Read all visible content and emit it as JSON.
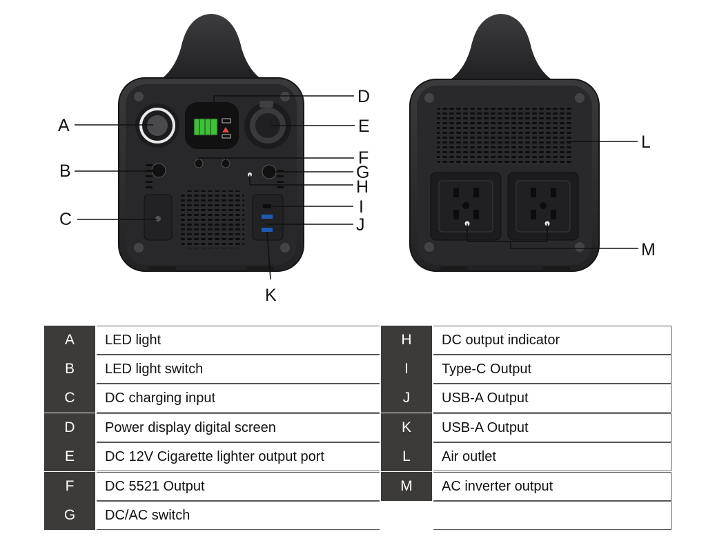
{
  "callouts": {
    "A": "A",
    "B": "B",
    "C": "C",
    "D": "D",
    "E": "E",
    "F": "F",
    "G": "G",
    "H": "H",
    "I": "I",
    "J": "J",
    "K": "K",
    "L": "L",
    "M": "M"
  },
  "legend": {
    "left": [
      {
        "key": "A",
        "label": "LED light"
      },
      {
        "key": "B",
        "label": "LED light switch"
      },
      {
        "key": "C",
        "label": "DC charging input"
      },
      {
        "key": "D",
        "label": "Power display digital screen"
      },
      {
        "key": "E",
        "label": "DC 12V Cigarette lighter output port"
      },
      {
        "key": "F",
        "label": "DC 5521 Output"
      },
      {
        "key": "G",
        "label": "DC/AC switch"
      }
    ],
    "right": [
      {
        "key": "H",
        "label": "DC output indicator"
      },
      {
        "key": "I",
        "label": "Type-C Output"
      },
      {
        "key": "J",
        "label": "USB-A Output"
      },
      {
        "key": "K",
        "label": "USB-A Output"
      },
      {
        "key": "L",
        "label": "Air outlet"
      },
      {
        "key": "M",
        "label": "AC inverter output"
      },
      {
        "key": "",
        "label": ""
      }
    ]
  },
  "colors": {
    "body": "#2b2b2d",
    "body_edge": "#1a1a1b",
    "screen_green": "#3fbf3a",
    "key_cell": "#3d3a3a"
  }
}
